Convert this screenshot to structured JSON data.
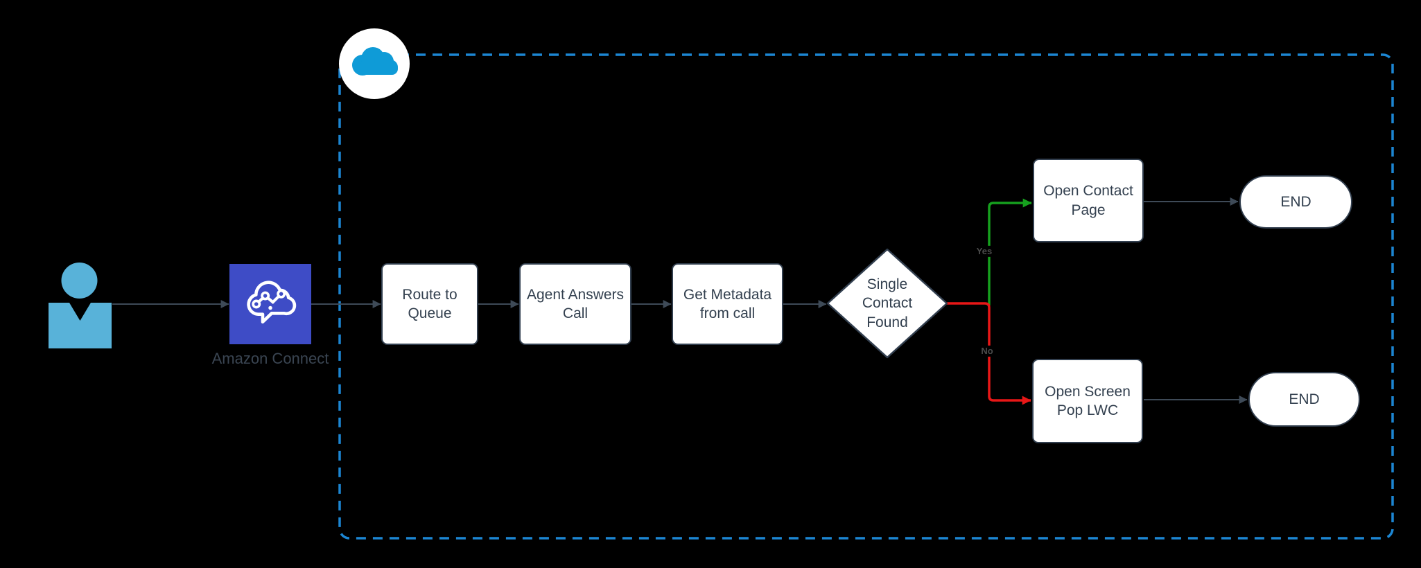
{
  "diagram": {
    "type": "flowchart",
    "background": "#000000"
  },
  "nodes": {
    "caller": {
      "icon": "person-icon"
    },
    "amazon_connect": {
      "label": "Amazon Connect",
      "icon": "amazon-connect-cloud-chat-icon"
    },
    "salesforce_boundary": {
      "icon": "salesforce-cloud-icon"
    },
    "route_to_queue": {
      "label": "Route to Queue"
    },
    "agent_answers_call": {
      "label": "Agent Answers Call"
    },
    "get_metadata": {
      "label": "Get Metadata from call"
    },
    "single_contact_found": {
      "label": "Single Contact Found"
    },
    "open_contact_page": {
      "label": "Open Contact Page"
    },
    "open_screen_pop_lwc": {
      "label": "Open Screen Pop LWC"
    },
    "end_top": {
      "label": "END"
    },
    "end_bottom": {
      "label": "END"
    }
  },
  "edge_labels": {
    "yes": "Yes",
    "no": "No"
  },
  "colors": {
    "background": "#000000",
    "node_fill": "#FFFFFF",
    "node_border": "#323F4F",
    "node_text": "#33404F",
    "connector": "#3E4A57",
    "yes_edge": "#16A01E",
    "no_edge": "#E81717",
    "boundary_dash": "#1C86D2",
    "salesforce_cloud": "#0F9BD7",
    "amazon_connect_tile": "#3E4CC6",
    "person": "#58B2D9",
    "edge_label_text": "#4B4B4B"
  }
}
